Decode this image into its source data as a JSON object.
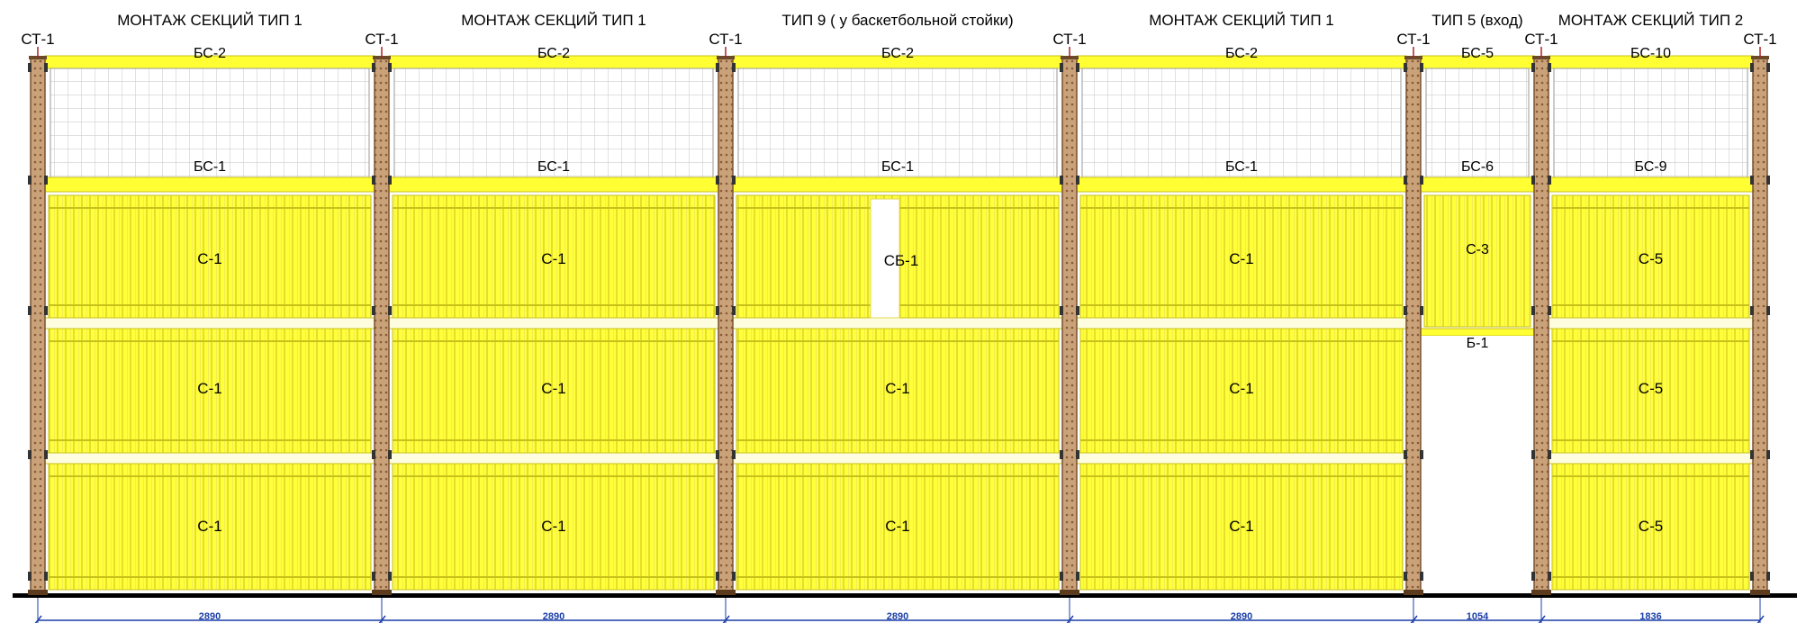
{
  "colors": {
    "panel_fill": "#ffff33",
    "panel_line": "#c7c21a",
    "post_fill": "#c9a27a",
    "post_edge": "#7a5230",
    "grid_line": "#cfcfcf",
    "dimension": "#1c3fa8",
    "ground": "#000000"
  },
  "post_label": "СТ-1",
  "sections": [
    {
      "title": "МОНТАЖ СЕКЦИЙ ТИП 1",
      "top_label": "БС-2",
      "mid_label": "БС-1",
      "rows": [
        "С-1",
        "С-1",
        "С-1"
      ],
      "dimension": "2890"
    },
    {
      "title": "МОНТАЖ СЕКЦИЙ ТИП 1",
      "top_label": "БС-2",
      "mid_label": "БС-1",
      "rows": [
        "С-1",
        "С-1",
        "С-1"
      ],
      "dimension": "2890"
    },
    {
      "title": "ТИП 9 ( у баскетбольной стойки)",
      "top_label": "БС-2",
      "mid_label": "БС-1",
      "rows": [
        "СБ-1",
        "С-1",
        "С-1"
      ],
      "dimension": "2890"
    },
    {
      "title": "МОНТАЖ СЕКЦИЙ ТИП 1",
      "top_label": "БС-2",
      "mid_label": "БС-1",
      "rows": [
        "С-1",
        "С-1",
        "С-1"
      ],
      "dimension": "2890"
    },
    {
      "title": "ТИП 5 (вход)",
      "top_label": "БС-5",
      "mid_label": "БС-6",
      "rows": [
        "С-3"
      ],
      "beam_label": "Б-1",
      "dimension": "1054"
    },
    {
      "title": "МОНТАЖ СЕКЦИЙ ТИП 2",
      "top_label": "БС-10",
      "mid_label": "БС-9",
      "rows": [
        "С-5",
        "С-5",
        "С-5"
      ],
      "dimension": "1836"
    }
  ]
}
